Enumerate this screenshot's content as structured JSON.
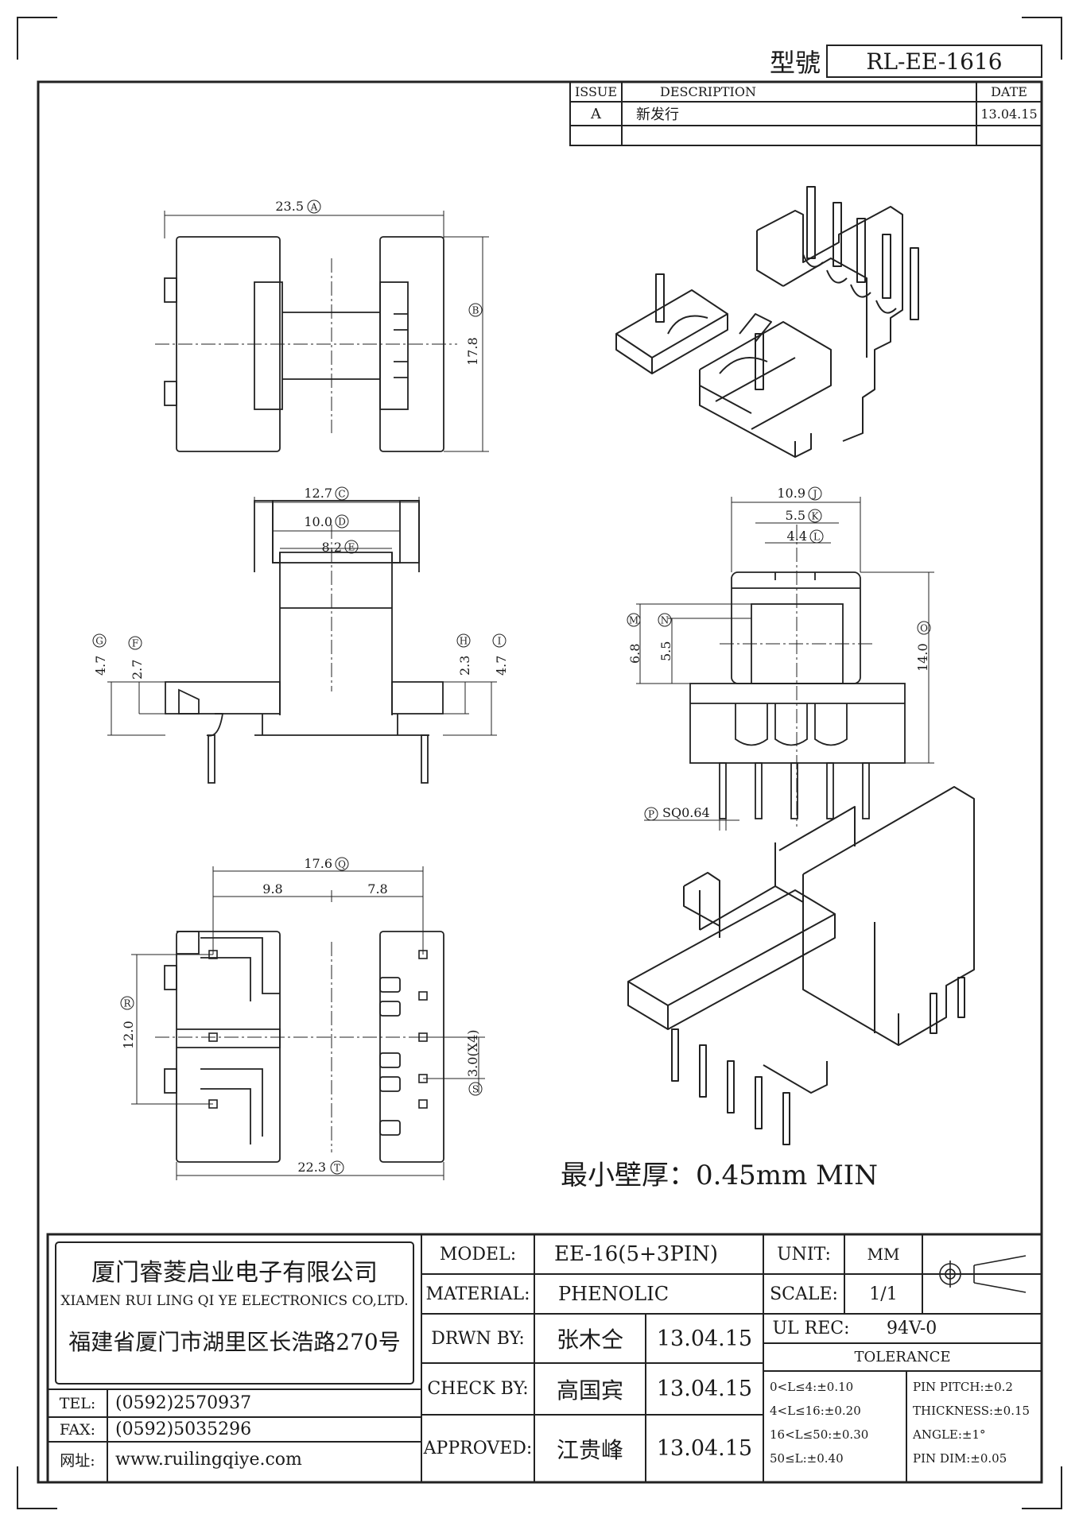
{
  "header": {
    "model_label": "型號",
    "model_value": "RL-EE-1616"
  },
  "revision": {
    "col_issue": "ISSUE",
    "col_description": "DESCRIPTION",
    "col_date": "DATE",
    "rows": [
      {
        "issue": "A",
        "description": "新发行",
        "date": "13.04.15"
      }
    ]
  },
  "dimensions": {
    "A": "23.5",
    "B": "17.8",
    "C": "12.7",
    "D": "10.0",
    "E": "8.2",
    "F": "2.7",
    "G": "4.7",
    "H": "2.3",
    "I": "4.7",
    "J": "10.9",
    "K": "5.5",
    "L": "4.4",
    "M": "6.8",
    "N": "5.5",
    "O": "14.0",
    "P": "SQ0.64",
    "Q": "17.6",
    "Q_left": "9.8",
    "Q_right": "7.8",
    "R": "12.0",
    "S": "3.0(X4)",
    "T": "22.3"
  },
  "dimension_letters": [
    "A",
    "B",
    "C",
    "D",
    "E",
    "F",
    "G",
    "H",
    "I",
    "J",
    "K",
    "L",
    "M",
    "N",
    "O",
    "P",
    "Q",
    "R",
    "S",
    "T"
  ],
  "note": "最小壁厚：0.45mm MIN",
  "company": {
    "name_cn": "厦门睿菱启业电子有限公司",
    "name_en": "XIAMEN RUI LING QI YE ELECTRONICS CO,LTD.",
    "address": "福建省厦门市湖里区长浩路270号",
    "tel_label": "TEL:",
    "tel": "(0592)2570937",
    "fax_label": "FAX:",
    "fax": "(0592)5035296",
    "web_label": "网址:",
    "web": "www.ruilingqiye.com"
  },
  "title_block": {
    "model_label": "MODEL:",
    "model": "EE-16(5+3PIN)",
    "material_label": "MATERIAL:",
    "material": "PHENOLIC",
    "drawn_label": "DRWN BY:",
    "drawn_name": "张木仝",
    "drawn_date": "13.04.15",
    "check_label": "CHECK BY:",
    "check_name": "高国宾",
    "check_date": "13.04.15",
    "approved_label": "APPROVED:",
    "approved_name": "江贵峰",
    "approved_date": "13.04.15",
    "unit_label": "UNIT:",
    "unit": "MM",
    "scale_label": "SCALE:",
    "scale": "1/1",
    "ul_label": "UL REC:",
    "ul": "94V-0",
    "tolerance_title": "TOLERANCE",
    "tolerances": [
      "0<L≤4:±0.10",
      "4<L≤16:±0.20",
      "16<L≤50:±0.30",
      "50≤L:±0.40"
    ],
    "tolerances_right": [
      "PIN PITCH:±0.2",
      "THICKNESS:±0.15",
      "ANGLE:±1°",
      "PIN DIM:±0.05"
    ]
  }
}
